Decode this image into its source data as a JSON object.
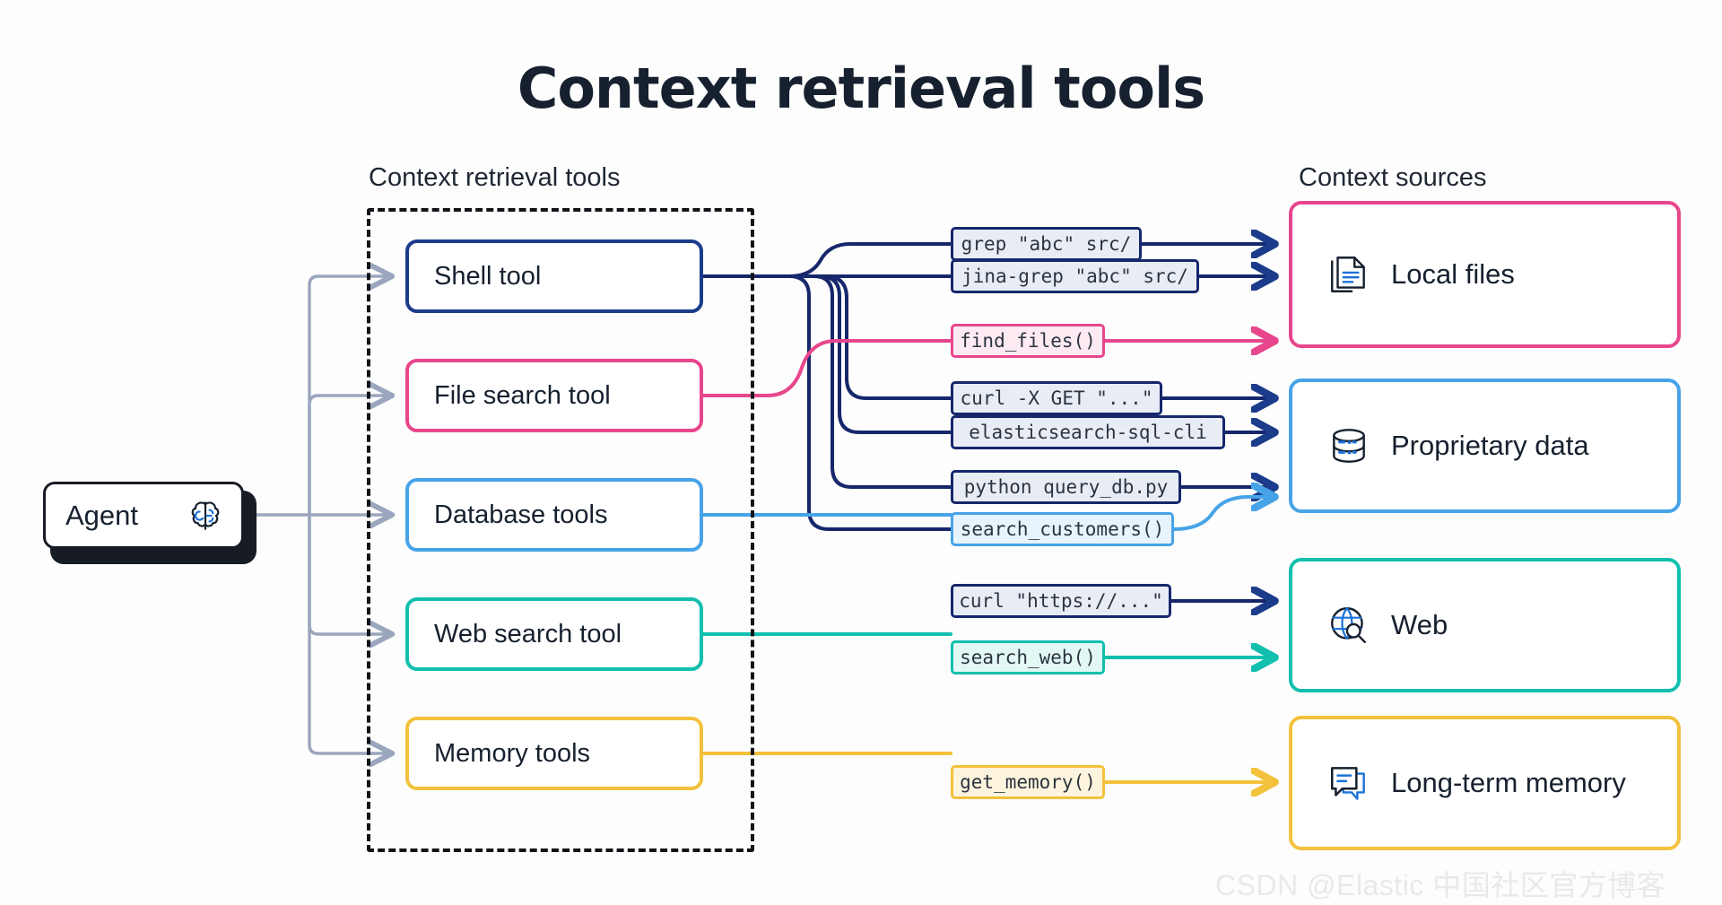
{
  "title": "Context retrieval tools",
  "captions": {
    "tools": "Context retrieval tools",
    "sources": "Context sources"
  },
  "agent": {
    "label": "Agent",
    "icon": "gear-brain-icon"
  },
  "colors": {
    "navy": "#1b3b8b",
    "navy_dark": "#16276b",
    "pink": "#e8468c",
    "blue": "#47a3e8",
    "teal": "#12bfae",
    "amber": "#f3c13c",
    "gray_arrow": "#9aa6bd",
    "text": "#16202e",
    "dashed": "#101418",
    "watermark": "#e9e9ec"
  },
  "tools": [
    {
      "label": "Shell tool",
      "color": "#1b3b8b",
      "icon": "terminal-icon"
    },
    {
      "label": "File search tool",
      "color": "#e8468c",
      "icon": "file-search-icon"
    },
    {
      "label": "Database tools",
      "color": "#47a3e8",
      "icon": "database-icon"
    },
    {
      "label": "Web search tool",
      "color": "#12bfae",
      "icon": "globe-icon"
    },
    {
      "label": "Memory tools",
      "color": "#f3c13c",
      "icon": "memory-icon"
    }
  ],
  "commands": [
    {
      "text": "grep \"abc\" src/",
      "color": "#1b3b8b",
      "fill": "#e8ecf5",
      "tool": "Shell tool",
      "target": "Local files"
    },
    {
      "text": "jina-grep \"abc\" src/",
      "color": "#1b3b8b",
      "fill": "#e8ecf5",
      "tool": "Shell tool",
      "target": "Local files"
    },
    {
      "text": "find_files()",
      "color": "#e8468c",
      "fill": "#fdeaf3",
      "tool": "File search tool",
      "target": "Local files"
    },
    {
      "text": "curl -X GET \"...\"",
      "color": "#1b3b8b",
      "fill": "#e8ecf5",
      "tool": "Shell tool",
      "target": "Proprietary data"
    },
    {
      "text": "elasticsearch-sql-cli",
      "color": "#1b3b8b",
      "fill": "#e8ecf5",
      "tool": "Shell tool",
      "target": "Proprietary data"
    },
    {
      "text": "python query_db.py",
      "color": "#1b3b8b",
      "fill": "#e8ecf5",
      "tool": "Shell tool",
      "target": "Proprietary data"
    },
    {
      "text": "search_customers()",
      "color": "#47a3e8",
      "fill": "#e7f3fd",
      "tool": "Database tools",
      "target": "Proprietary data"
    },
    {
      "text": "curl \"https://...\"",
      "color": "#1b3b8b",
      "fill": "#e8ecf5",
      "tool": "Shell tool",
      "target": "Web"
    },
    {
      "text": "search_web()",
      "color": "#12bfae",
      "fill": "#e2f8f5",
      "tool": "Web search tool",
      "target": "Web"
    },
    {
      "text": "get_memory()",
      "color": "#f3c13c",
      "fill": "#fdf4dd",
      "tool": "Memory tools",
      "target": "Long-term memory"
    }
  ],
  "sources": [
    {
      "label": "Local files",
      "color": "#e8468c",
      "icon": "documents-icon"
    },
    {
      "label": "Proprietary data",
      "color": "#47a3e8",
      "icon": "database-cylinder-icon"
    },
    {
      "label": "Web",
      "color": "#12bfae",
      "icon": "globe-search-icon"
    },
    {
      "label": "Long-term memory",
      "color": "#f3c13c",
      "icon": "chat-bubbles-icon"
    }
  ],
  "watermark": "CSDN @Elastic 中国社区官方博客"
}
